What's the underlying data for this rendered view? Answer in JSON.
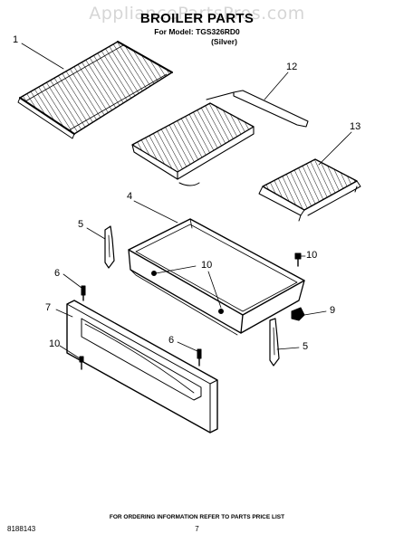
{
  "header": {
    "watermark": "AppliancePartsPros.com",
    "title": "BROILER PARTS",
    "model_line": "For Model: TGS326RD0",
    "color_line": "(Silver)"
  },
  "callouts": [
    "1",
    "12",
    "13",
    "4",
    "5",
    "10",
    "6",
    "10",
    "7",
    "9",
    "6",
    "10",
    "5"
  ],
  "footer": {
    "note": "FOR ORDERING INFORMATION REFER TO PARTS PRICE LIST",
    "doc_number": "8188143",
    "page_number": "7"
  }
}
